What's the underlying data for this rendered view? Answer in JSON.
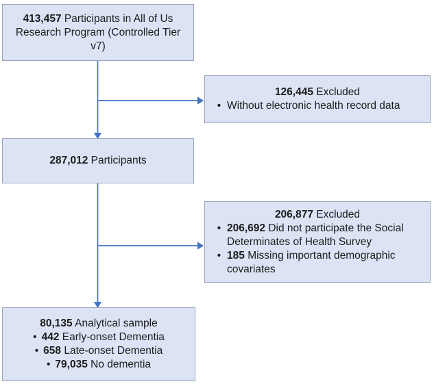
{
  "flowchart": {
    "bullet_char": "•",
    "colors": {
      "box_fill": "#dbe3f4",
      "box_border": "#9aa5b8",
      "arrow_blue": "#4472c4",
      "text": "#1c1c1c",
      "background": "#ffffff"
    },
    "boxes": {
      "top": {
        "value": "413,457",
        "label": "Participants in All of Us Research Program (Controlled Tier v7)"
      },
      "excluded1": {
        "value": "126,445",
        "label": "Excluded",
        "bullets": [
          {
            "label": "Without electronic health record data"
          }
        ]
      },
      "middle": {
        "value": "287,012",
        "label": "Participants"
      },
      "excluded2": {
        "value": "206,877",
        "label": "Excluded",
        "bullets": [
          {
            "value": "206,692",
            "label": "Did not participate the Social Determinates of Health Survey"
          },
          {
            "value": "185",
            "label": "Missing important demographic covariates"
          }
        ]
      },
      "final": {
        "value": "80,135",
        "label": "Analytical sample",
        "bullets": [
          {
            "value": "442",
            "label": "Early-onset Dementia"
          },
          {
            "value": "658",
            "label": "Late-onset Dementia"
          },
          {
            "value": "79,035",
            "label": "No dementia"
          }
        ]
      }
    }
  }
}
